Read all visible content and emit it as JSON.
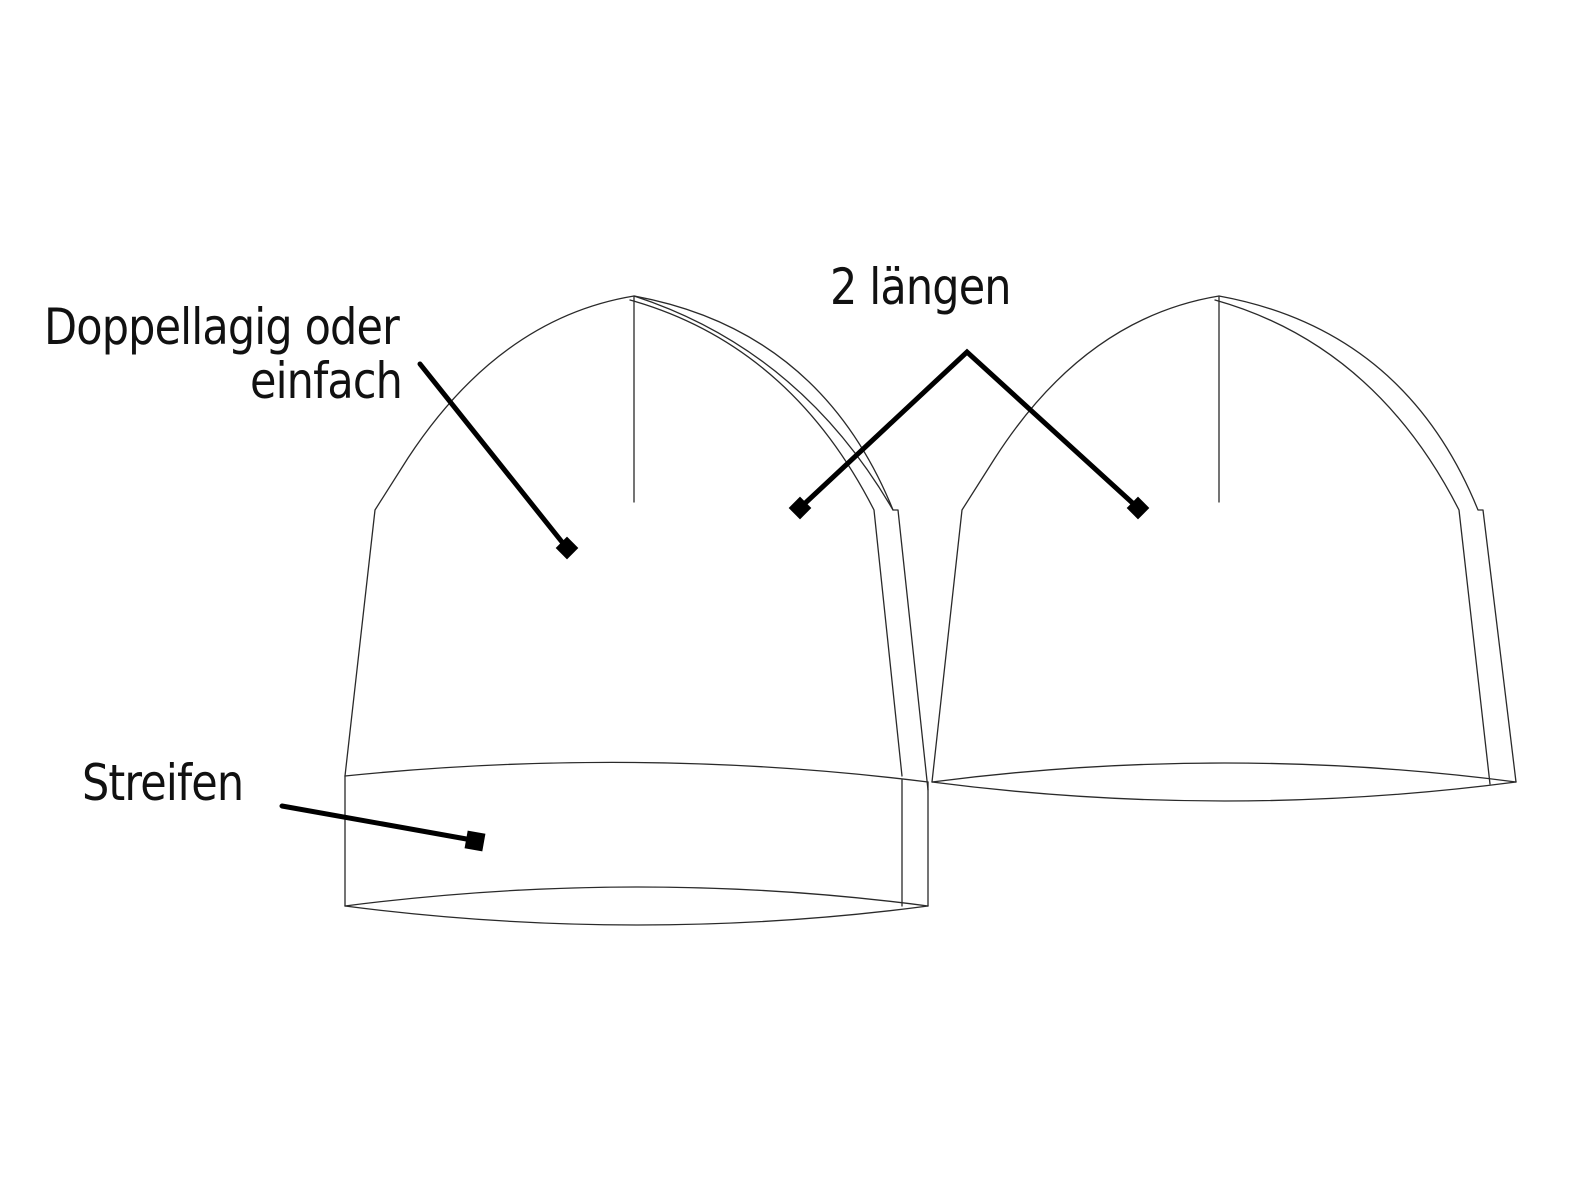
{
  "labels": {
    "double_layer_line1": "Doppellagig oder",
    "double_layer_line2": "einfach",
    "lengths": "2 längen",
    "stripe": "Streifen"
  },
  "colors": {
    "background": "#ffffff",
    "outline": "#2a2a2a",
    "pointer": "#000000",
    "text": "#111111"
  }
}
